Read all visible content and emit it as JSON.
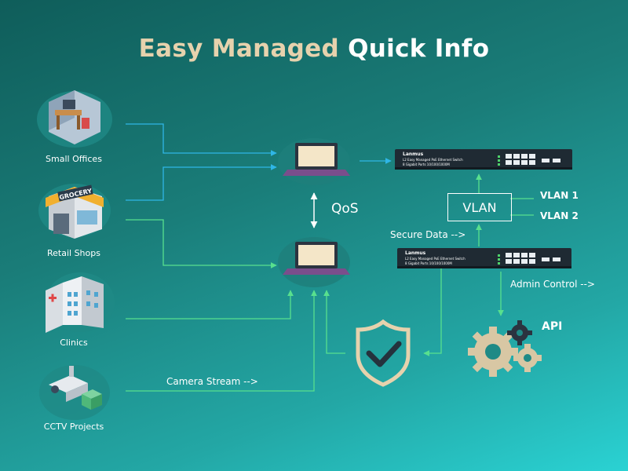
{
  "title": {
    "part1": "Easy Managed",
    "part2": "Quick Info"
  },
  "categories": [
    {
      "id": "small-offices",
      "label": "Small Offices",
      "icon": "office-desk-icon"
    },
    {
      "id": "retail-shops",
      "label": "Retail Shops",
      "icon": "grocery-store-icon"
    },
    {
      "id": "clinics",
      "label": "Clinics",
      "icon": "hospital-icon"
    },
    {
      "id": "cctv-projects",
      "label": "CCTV Projects",
      "icon": "cctv-camera-icon"
    }
  ],
  "switch": {
    "brand": "Lanmus",
    "model_line": "L2 Easy Managed PoE Ethernet Switch",
    "ports_text": "8 Gigabit Ports 10/100/1000M"
  },
  "labels": {
    "qos": "QoS",
    "vlan": "VLAN",
    "vlan1": "VLAN 1",
    "vlan2": "VLAN 2",
    "secure_data": "Secure Data -->",
    "admin_control": "Admin Control -->",
    "api": "API",
    "camera_stream": "Camera Stream -->"
  },
  "colors": {
    "blue_arrow": "#2fb6e6",
    "green_arrow": "#58e08e",
    "title_gold": "#e6d2ad"
  }
}
